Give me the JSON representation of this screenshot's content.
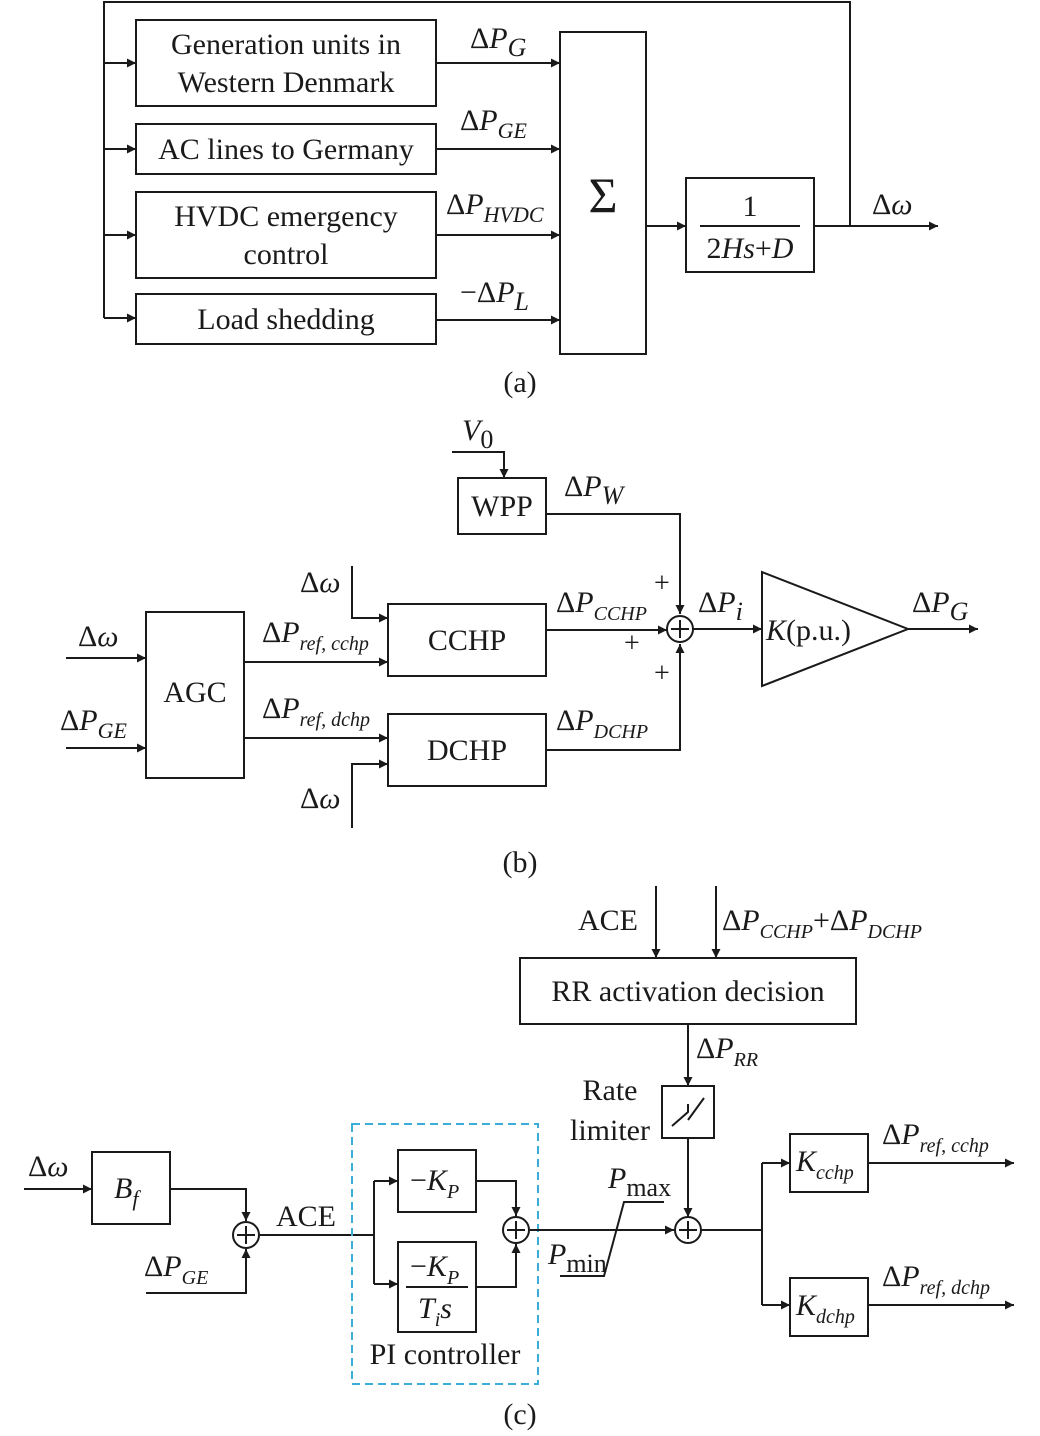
{
  "panel_a": {
    "caption": "(a)",
    "blocks": {
      "gen_line1": "Generation units in",
      "gen_line2": "Western Denmark",
      "ac": "AC lines to Germany",
      "hvdc_line1": "HVDC emergency",
      "hvdc_line2": "control",
      "load": "Load shedding",
      "sum": "Σ",
      "tf_num": "1",
      "tf_den_a": "2",
      "tf_den_b": "Hs",
      "tf_den_c": "+",
      "tf_den_d": "D"
    },
    "signals": {
      "delta": "Δ",
      "minus_delta": "−Δ",
      "p": "P",
      "g": "G",
      "ge": "GE",
      "hvdc": "HVDC",
      "l": "L",
      "omega": "ω"
    }
  },
  "panel_b": {
    "caption": "(b)",
    "blocks": {
      "wpp": "WPP",
      "agc": "AGC",
      "cchp": "CCHP",
      "dchp": "DCHP",
      "gain_k": "K",
      "gain_pu": "(p.u.)"
    },
    "signals": {
      "delta": "Δ",
      "v": "V",
      "v_sub": "0",
      "p": "P",
      "omega": "ω",
      "w": "W",
      "ge": "GE",
      "ref_cchp": "ref, cchp",
      "ref_dchp": "ref, dchp",
      "cchp_sub": "CCHP",
      "dchp_sub": "DCHP",
      "i": "i",
      "g": "G",
      "plus": "+"
    }
  },
  "panel_c": {
    "caption": "(c)",
    "blocks": {
      "rr": "RR activation decision",
      "rate_line1": "Rate",
      "rate_line2": "limiter",
      "b": "B",
      "b_sub": "f",
      "neg": "−",
      "kp": "K",
      "kp_sub": "P",
      "ti": "T",
      "ti_sub": "i",
      "s": "s",
      "k": "K",
      "k_cchp_sub": "cchp",
      "k_dchp_sub": "dchp",
      "pi_label": "PI controller"
    },
    "signals": {
      "ace": "ACE",
      "delta": "Δ",
      "p": "P",
      "omega": "ω",
      "ge": "GE",
      "cchp": "CCHP",
      "plus": "+",
      "dchp": "DCHP",
      "rr_sub": "RR",
      "max": "max",
      "min": "min",
      "ref_cchp": "ref, cchp",
      "ref_dchp": "ref, dchp"
    }
  },
  "colors": {
    "ink": "#1a1a1a",
    "pi_dash": "#3aaed8",
    "background": "#ffffff"
  }
}
